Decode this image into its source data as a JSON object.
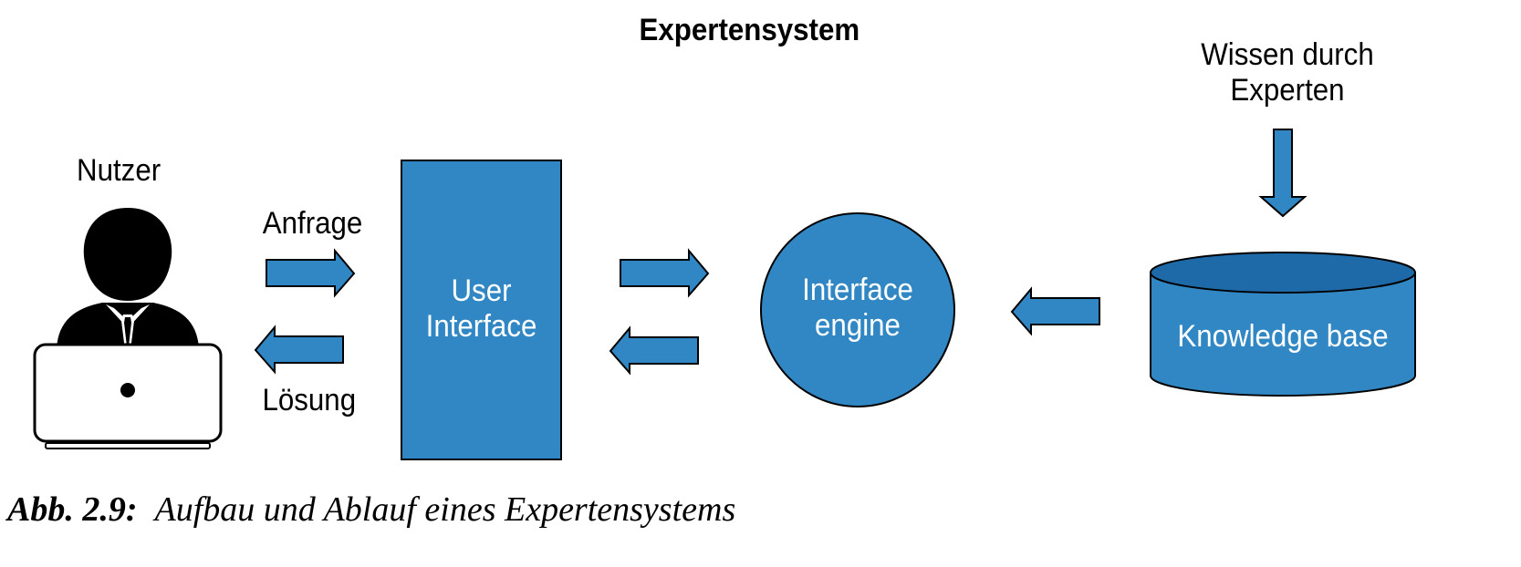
{
  "title": "Expertensystem",
  "user": {
    "label": "Nutzer"
  },
  "arrows": {
    "request": "Anfrage",
    "solution": "Lösung"
  },
  "components": {
    "user_interface": [
      "User",
      "Interface"
    ],
    "interface_engine": [
      "Interface",
      "engine"
    ],
    "knowledge_base": "Knowledge base"
  },
  "expert_knowledge": [
    "Wissen durch",
    "Experten"
  ],
  "caption": {
    "number": "Abb. 2.9:",
    "text": "Aufbau und Ablauf eines Expertensystems"
  },
  "colors": {
    "shape_fill": "#3187c3",
    "cylinder_top": "#1e6aa8",
    "outline": "#000000"
  },
  "icons": [
    "user-laptop-icon",
    "arrow-icon",
    "knowledge-base-cylinder-icon"
  ]
}
